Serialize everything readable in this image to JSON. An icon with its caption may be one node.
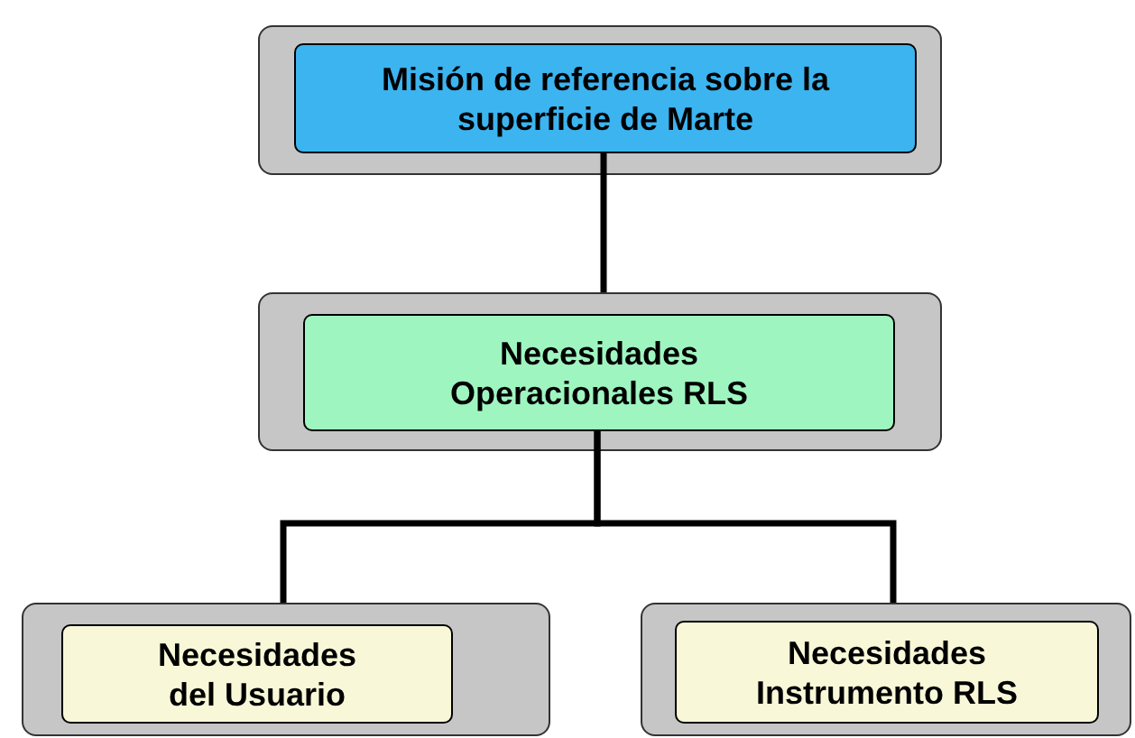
{
  "diagram": {
    "nodes": [
      {
        "text": [],
        "shape": "box"
      },
      {
        "text": [
          "Misión de referencia sobre la superficie de Marte"
        ],
        "in": 0
      },
      {
        "text": [],
        "shape": "box"
      },
      {
        "text": [
          "Necesidades Operacionales RLS"
        ],
        "in": 2
      },
      {
        "text": [],
        "shape": "box"
      },
      {
        "text": [
          "Necesidades del Usuario"
        ],
        "in": 4
      },
      {
        "text": [],
        "shape": "box"
      },
      {
        "text": [
          "Necesidades Instrumento RLS"
        ],
        "in": 6
      }
    ],
    "edges": [
      {
        "from": 1,
        "to": 2,
        "arrow": "none"
      },
      {
        "from": 3,
        "to": 4,
        "arrow": "none"
      },
      {
        "from": 3,
        "to": 6,
        "arrow": "none"
      }
    ]
  }
}
